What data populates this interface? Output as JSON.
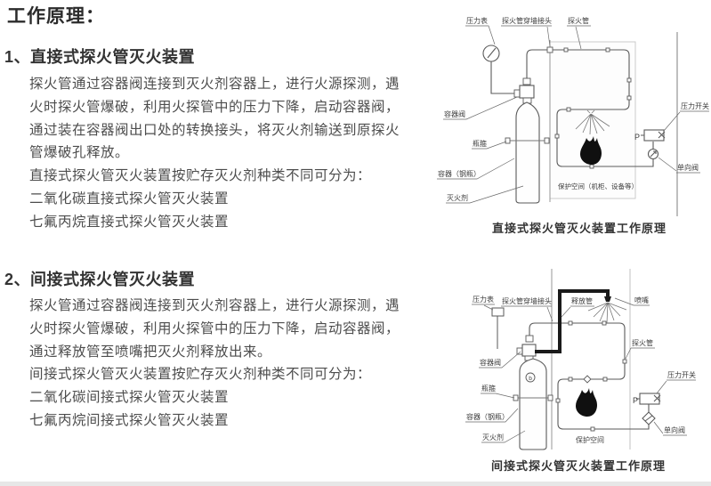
{
  "heading": "工作原理：",
  "sections": [
    {
      "number": "1、",
      "title": "直接式探火管灭火装置",
      "lines": [
        "探火管通过容器阀连接到灭火剂容器上，进行火源探测，遇",
        "火时探火管爆破，利用火探管中的压力下降，启动容器阀，",
        "通过装在容器阀出口处的转换接头，将灭火剂输送到原探火",
        "管爆破孔释放。",
        "直接式探火管灭火装置按贮存灭火剂种类不同可分为：",
        "二氧化碳直接式探火管灭火装置",
        "七氟丙烷直接式探火管灭火装置"
      ]
    },
    {
      "number": "2、",
      "title": "间接式探火管灭火装置",
      "lines": [
        "探火管通过容器阀连接到灭火剂容器上，进行火源探测，遇",
        "火时探火管爆破，利用火探管中的压力下降，启动容器阀，",
        "通过释放管至喷嘴把灭火剂释放出来。",
        "间接式探火管灭火装置按贮存灭火剂种类不同可分为：",
        "二氧化碳间接式探火管灭火装置",
        "七氟丙烷间接式探火管灭火装置"
      ]
    }
  ],
  "diagram_direct": {
    "caption": "直接式探火管灭火装置工作原理",
    "labels": {
      "pressure_gauge": "压力表",
      "wall_connector": "探火管穿墙接头",
      "detection_tube": "探火管",
      "container_valve": "容器阀",
      "cylinder_clamp": "瓶箍",
      "container": "容器（钢瓶）",
      "agent": "灭火剂",
      "protected_space": "保护空间（机柜、设备等）",
      "pressure_switch": "压力开关",
      "check_valve": "单向阀",
      "port": "P"
    }
  },
  "diagram_indirect": {
    "caption": "间接式探火管灭火装置工作原理",
    "labels": {
      "pressure_gauge": "压力表",
      "wall_connector": "探火管穿墙接头",
      "release_tube": "释放管",
      "nozzle": "喷嘴",
      "detection_tube": "探火管",
      "container_valve": "容器阀",
      "cylinder_clamp": "瓶箍",
      "container": "容器（钢瓶）",
      "agent": "灭火剂",
      "protected_space": "保护空间",
      "pressure_switch": "压力开关",
      "check_valve": "单向阀",
      "cylinder_mark": "b",
      "port": "P"
    }
  },
  "colors": {
    "text": "#4d4d4d",
    "title": "#2b2b2b",
    "diagram_line": "#5a5a5a",
    "flame": "#101010"
  }
}
